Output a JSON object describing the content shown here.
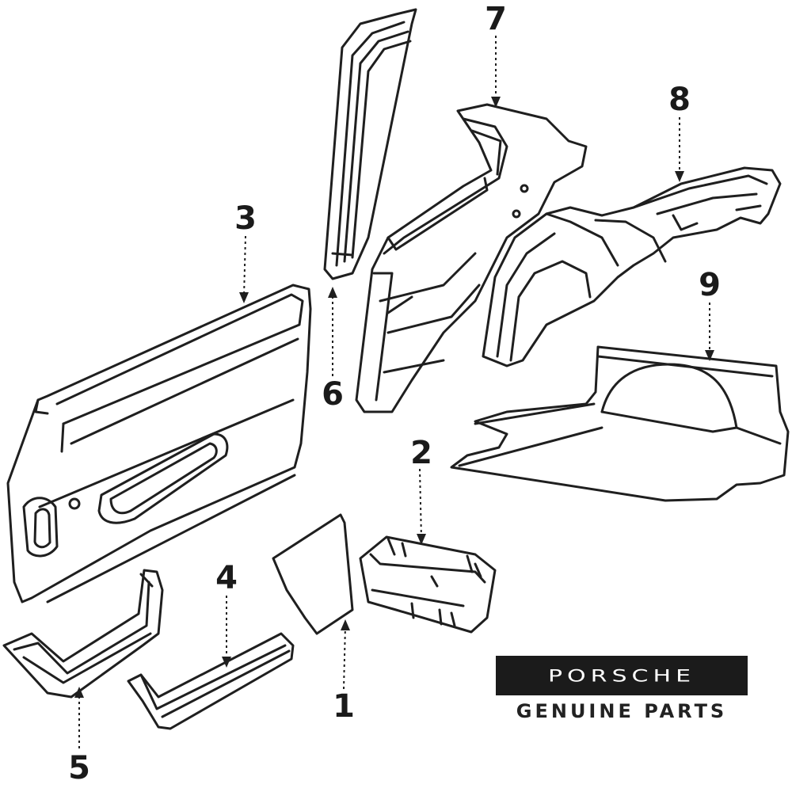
{
  "callouts": [
    "1",
    "2",
    "3",
    "4",
    "5",
    "6",
    "7",
    "8",
    "9"
  ],
  "logo": {
    "wordmark": "PORSCHE",
    "caption": "GENUINE PARTS"
  },
  "colors": {
    "line": "#1f1f1f",
    "logo_plate": "#1b1b1b",
    "background": "#ffffff"
  }
}
